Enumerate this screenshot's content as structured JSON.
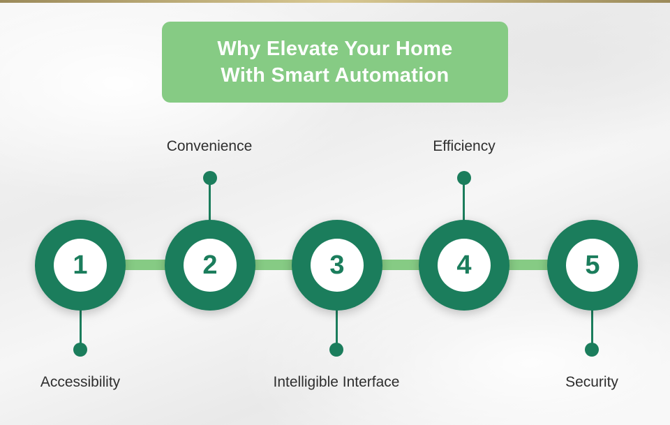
{
  "title": {
    "line1": "Why Elevate Your Home",
    "line2": "With Smart Automation"
  },
  "steps": [
    {
      "number": "1",
      "label": "Accessibility"
    },
    {
      "number": "2",
      "label": "Convenience"
    },
    {
      "number": "3",
      "label": "Intelligible Interface"
    },
    {
      "number": "4",
      "label": "Efficiency"
    },
    {
      "number": "5",
      "label": "Security"
    }
  ],
  "colors": {
    "dark_green": "#1b7d5c",
    "light_green": "#86cb84",
    "text": "#2e2e2e"
  }
}
